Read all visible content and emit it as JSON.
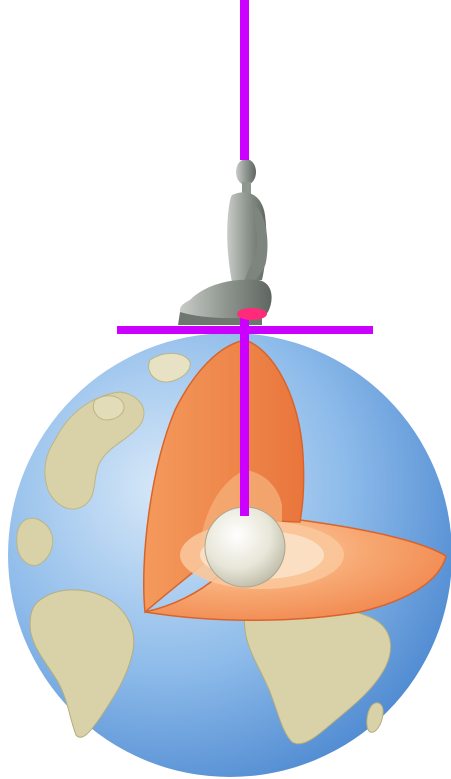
{
  "diagram": {
    "subject": "earth-cutaway-with-seated-figure",
    "colors": {
      "axis_line": "#cc00ff",
      "ocean": "#7ab0e8",
      "ocean_light": "#c9e1f7",
      "land": "#d9d2a8",
      "land_shadow": "#b8b07e",
      "mantle_outer": "#f07a3a",
      "mantle_inner": "#f7a266",
      "outer_core": "#f9c79a",
      "inner_core": "#ece9dc",
      "contact_point": "#ff2a7a",
      "figure": "#9aa09a"
    },
    "elements": [
      "vertical-axis-line",
      "horizontal-tangent-line",
      "seated-figure",
      "contact-point",
      "earth-globe",
      "cutaway-wedge",
      "inner-core"
    ]
  }
}
